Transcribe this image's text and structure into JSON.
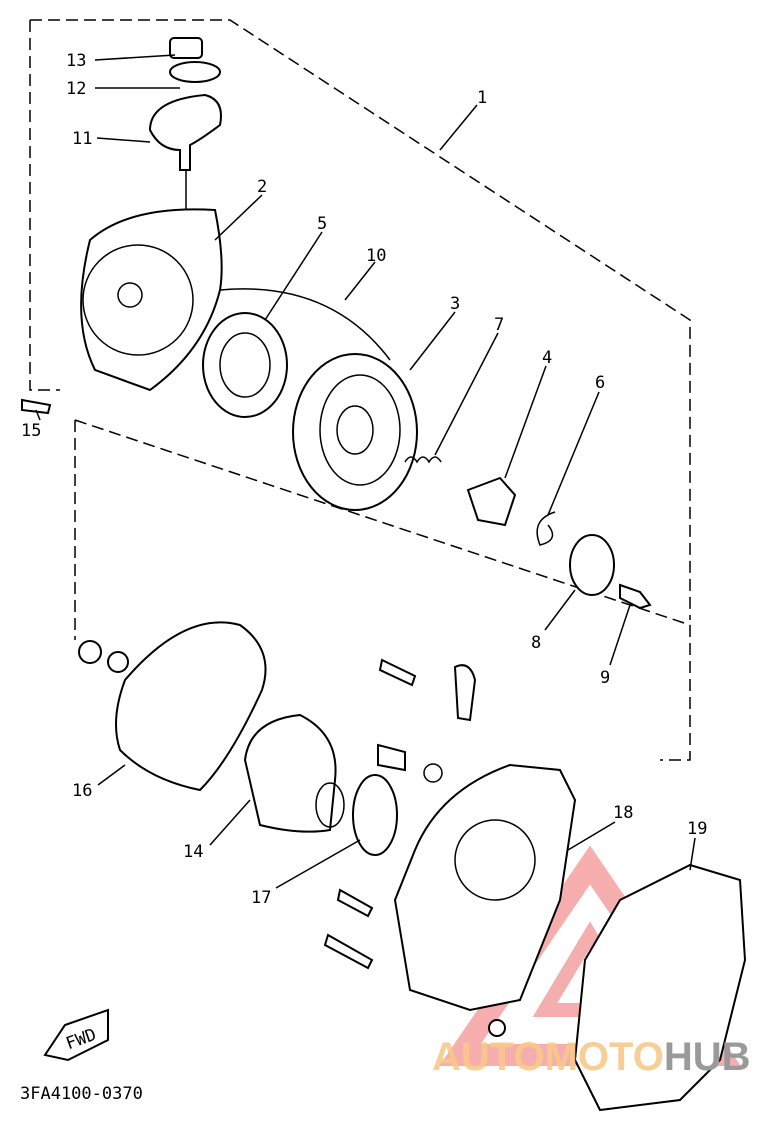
{
  "diagram": {
    "code": "3FA4100-0370",
    "fwd_label": "FWD",
    "parts": [
      {
        "num": "1"
      },
      {
        "num": "2"
      },
      {
        "num": "3"
      },
      {
        "num": "4"
      },
      {
        "num": "5"
      },
      {
        "num": "6"
      },
      {
        "num": "7"
      },
      {
        "num": "8"
      },
      {
        "num": "9"
      },
      {
        "num": "10"
      },
      {
        "num": "11"
      },
      {
        "num": "12"
      },
      {
        "num": "13"
      },
      {
        "num": "14"
      },
      {
        "num": "15"
      },
      {
        "num": "16"
      },
      {
        "num": "17"
      },
      {
        "num": "18"
      },
      {
        "num": "19"
      }
    ]
  },
  "watermark": {
    "text_a": "AUTOMOTO",
    "text_b": "HUB",
    "colors": {
      "auto": "#f9c98a",
      "moto": "#f59a9a",
      "hub": "#9a9a9a",
      "triangle": "#f4a0a0"
    }
  }
}
